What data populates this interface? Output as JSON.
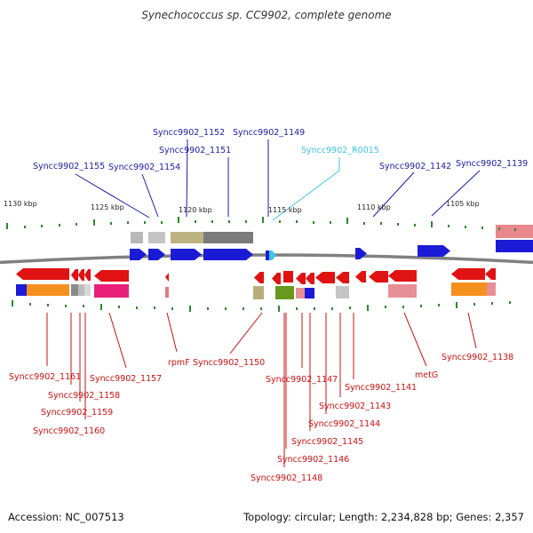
{
  "header": {
    "title": "Synechococcus sp. CC9902, complete genome"
  },
  "footer": {
    "accession": "Accession: NC_007513",
    "topology": "Topology: circular; Length: 2,234,828 bp; Genes: 2,357"
  },
  "colors": {
    "forward_gene": "#1b1bd6",
    "reverse_gene": "#e01212",
    "forward_label": "#1a1aa8",
    "reverse_label": "#cc1010",
    "rna_label": "#3dc4e6",
    "tick": "#2a8a2a",
    "backbone": "#808080"
  },
  "ruler": {
    "labels": [
      "1130 kbp",
      "1125 kbp",
      "1120 kbp",
      "1115 kbp",
      "1110 kbp",
      "1105 kbp"
    ]
  },
  "forward_labels": [
    "Syncc9902_1155",
    "Syncc9902_1154",
    "Syncc9902_1152",
    "Syncc9902_1151",
    "Syncc9902_1149",
    "Syncc9902_R0015",
    "Syncc9902_1142",
    "Syncc9902_1139"
  ],
  "reverse_labels": [
    "Syncc9902_1161",
    "Syncc9902_1158",
    "Syncc9902_1159",
    "Syncc9902_1160",
    "Syncc9902_1157",
    "rpmF",
    "Syncc9902_1150",
    "Syncc9902_1147",
    "Syncc9902_1148",
    "Syncc9902_1146",
    "Syncc9902_1145",
    "Syncc9902_1144",
    "Syncc9902_1143",
    "Syncc9902_1141",
    "metG",
    "Syncc9902_1138"
  ]
}
